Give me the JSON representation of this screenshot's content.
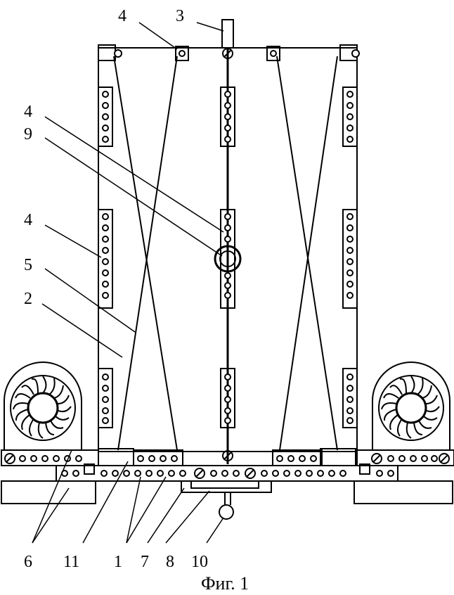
{
  "figure": {
    "caption": "Фиг. 1",
    "labels": {
      "top_4": "4",
      "top_3": "3",
      "left_4a": "4",
      "left_9": "9",
      "left_4b": "4",
      "left_5": "5",
      "left_2": "2",
      "bot_6": "6",
      "bot_11": "11",
      "bot_1": "1",
      "bot_7": "7",
      "bot_8": "8",
      "bot_10": "10"
    }
  }
}
